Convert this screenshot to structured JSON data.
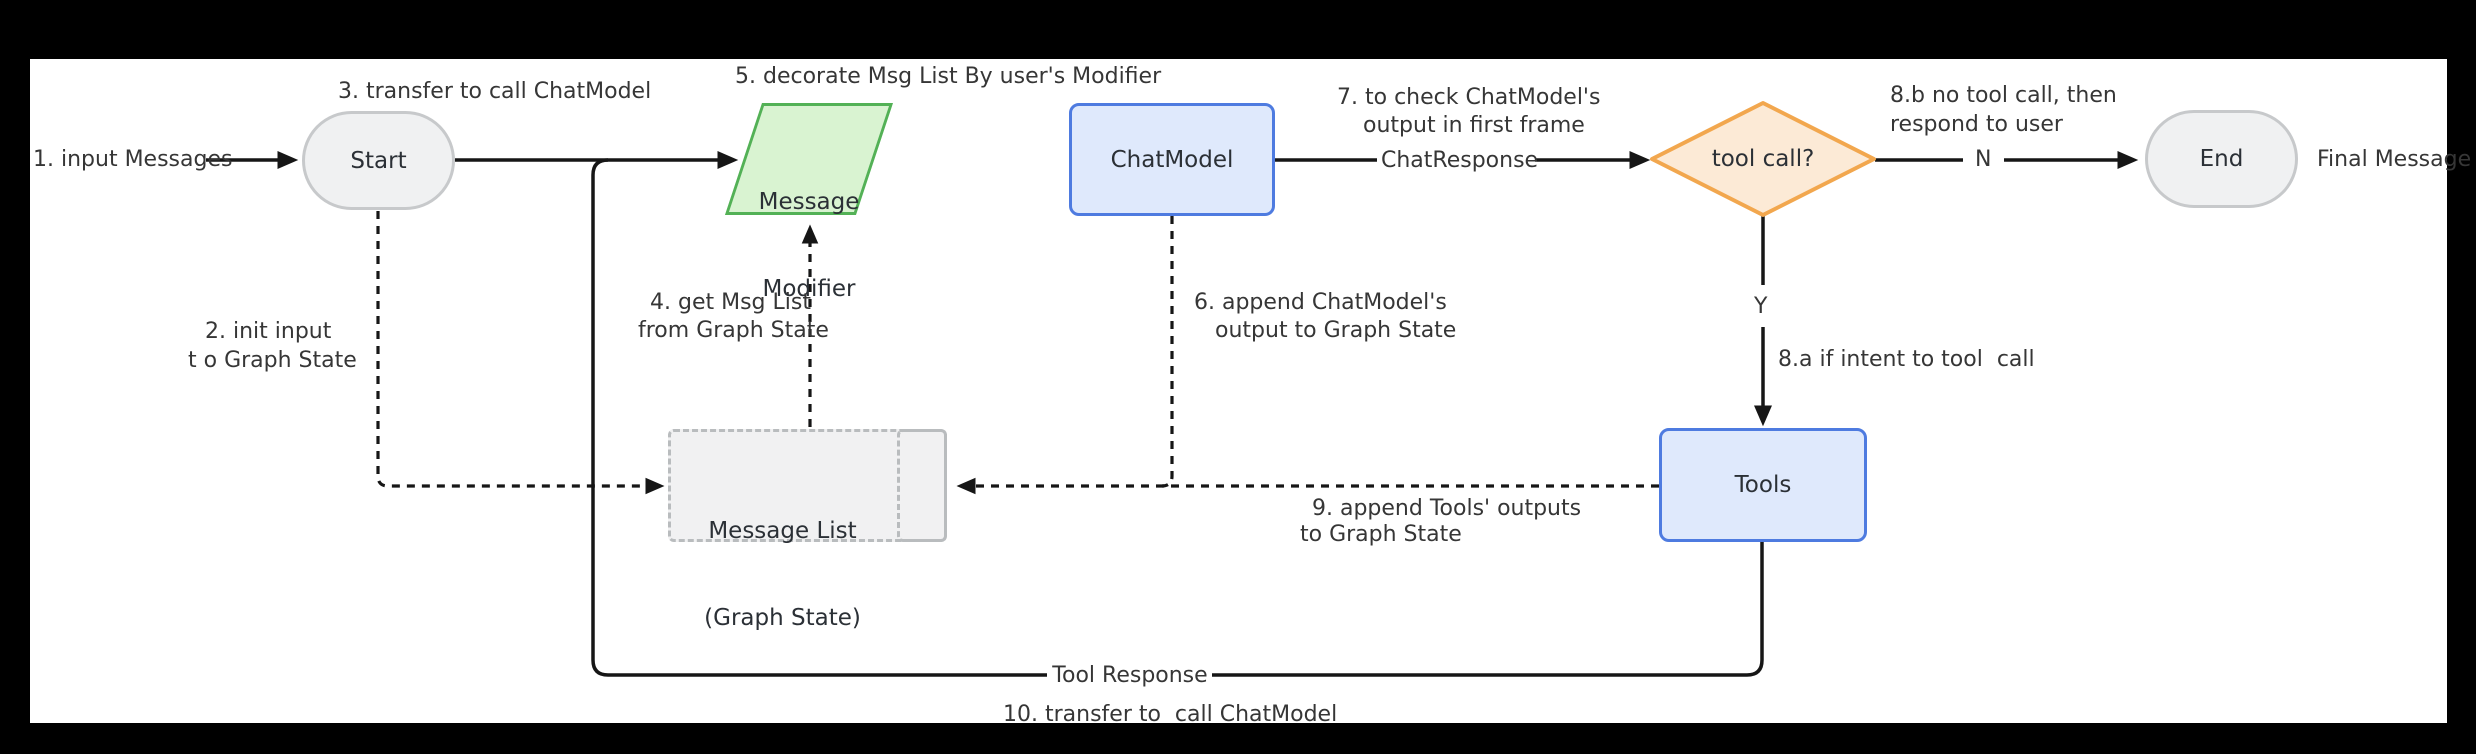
{
  "nodes": {
    "start": {
      "label": "Start"
    },
    "message_modifier": {
      "label_line1": "Message",
      "label_line2": "Modifier"
    },
    "chat_model": {
      "label": "ChatModel"
    },
    "tool_call_decision": {
      "label": "tool call?"
    },
    "end": {
      "label": "End"
    },
    "tools": {
      "label": "Tools"
    },
    "message_list": {
      "label_line1": "Message List",
      "label_line2": "(Graph State)"
    }
  },
  "edge_labels": {
    "input_messages": "1. input Messages",
    "init_input_line1": "2. init input",
    "init_input_line2": "t o Graph State",
    "transfer_to_chatmodel": "3. transfer to call ChatModel",
    "get_msg_list_line1": "4. get Msg List",
    "get_msg_list_line2": "from Graph State",
    "decorate_msg_list": "5. decorate Msg List By user's Modifier",
    "append_chatmodel_line1": "6. append ChatModel's",
    "append_chatmodel_line2": "output to Graph State",
    "check_output_line1": "7. to check ChatModel's",
    "check_output_line2": "output in first frame",
    "chat_response": "ChatResponse",
    "no_tool_call_line1": "8.b no tool call, then",
    "no_tool_call_line2": "respond to user",
    "branch_no": "N",
    "branch_yes": "Y",
    "if_intent_tool_call": "8.a if intent to tool  call",
    "final_message": "Final Message",
    "append_tools_line1": "9. append Tools' outputs",
    "append_tools_line2": "to Graph State",
    "tool_response": "Tool Response",
    "transfer_to_call_chatmodel": "10. transfer to  call ChatModel"
  },
  "colors": {
    "background": "#000000",
    "canvas": "#ffffff",
    "line": "#161616",
    "stadium_fill": "#f0f1f2",
    "stadium_border": "#c7c9cb",
    "blue_fill": "#dfe9fc",
    "blue_border": "#4e7be0",
    "green_fill": "#d9f3d1",
    "green_border": "#53b156",
    "orange_fill": "#fcead6",
    "orange_border": "#f2a74e",
    "dashed_box_border": "#b9bcbe",
    "text": "#363636"
  }
}
